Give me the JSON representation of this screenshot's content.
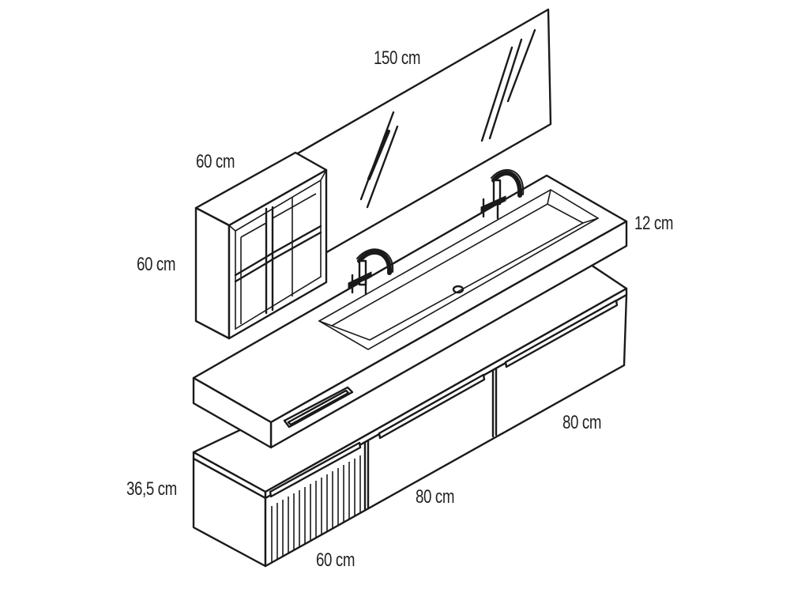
{
  "labels": {
    "mirror_width": "150 cm",
    "cabinet_width": "60 cm",
    "cabinet_height": "60 cm",
    "basin_height": "12 cm",
    "unit_height": "36,5 cm",
    "unit_left_width": "60 cm",
    "unit_mid_width": "80 cm",
    "unit_right_width": "80 cm"
  },
  "colors": {
    "line": "#1a1a1a",
    "fill": "#ffffff",
    "text": "#222222"
  }
}
